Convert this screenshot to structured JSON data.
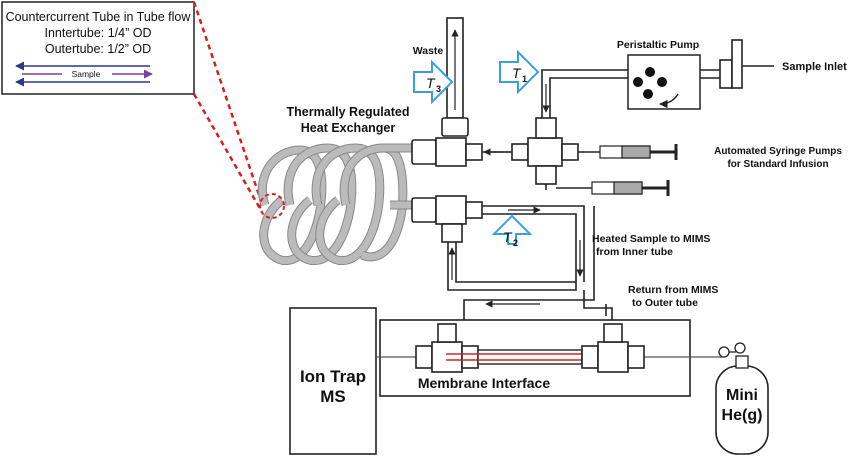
{
  "legend": {
    "title": "Countercurrent Tube in Tube flow",
    "inner": "Inntertube: 1/4” OD",
    "outer": "Outertube: 1/2” OD",
    "sample": "Sample"
  },
  "labels": {
    "waste": "Waste",
    "peristaltic_pump": "Peristaltic Pump",
    "sample_inlet": "Sample Inlet",
    "heat_exchanger_line1": "Thermally Regulated",
    "heat_exchanger_line2": "Heat Exchanger",
    "syringe_line1": "Automated Syringe Pumps",
    "syringe_line2": "for Standard Infusion",
    "heated_line1": "Heated Sample to MIMS",
    "heated_line2": "from Inner tube",
    "return_line1": "Return from MIMS",
    "return_line2": "to Outer tube",
    "ion_trap_line1": "Ion Trap",
    "ion_trap_line2": "MS",
    "membrane": "Membrane Interface",
    "mini_line1": "Mini",
    "mini_line2": "He(g)"
  },
  "temps": {
    "t1": "T",
    "t1_sub": "1",
    "t2": "T",
    "t2_sub": "2",
    "t3": "T",
    "t3_sub": "3"
  },
  "colors": {
    "arrow_fill": "#ffffff",
    "arrow_stroke": "#3aa0dc",
    "legend_inner": "#7a3fa0",
    "legend_outer": "#2b3a8a",
    "membrane": "#d22020",
    "zoom_line": "#d42020"
  }
}
